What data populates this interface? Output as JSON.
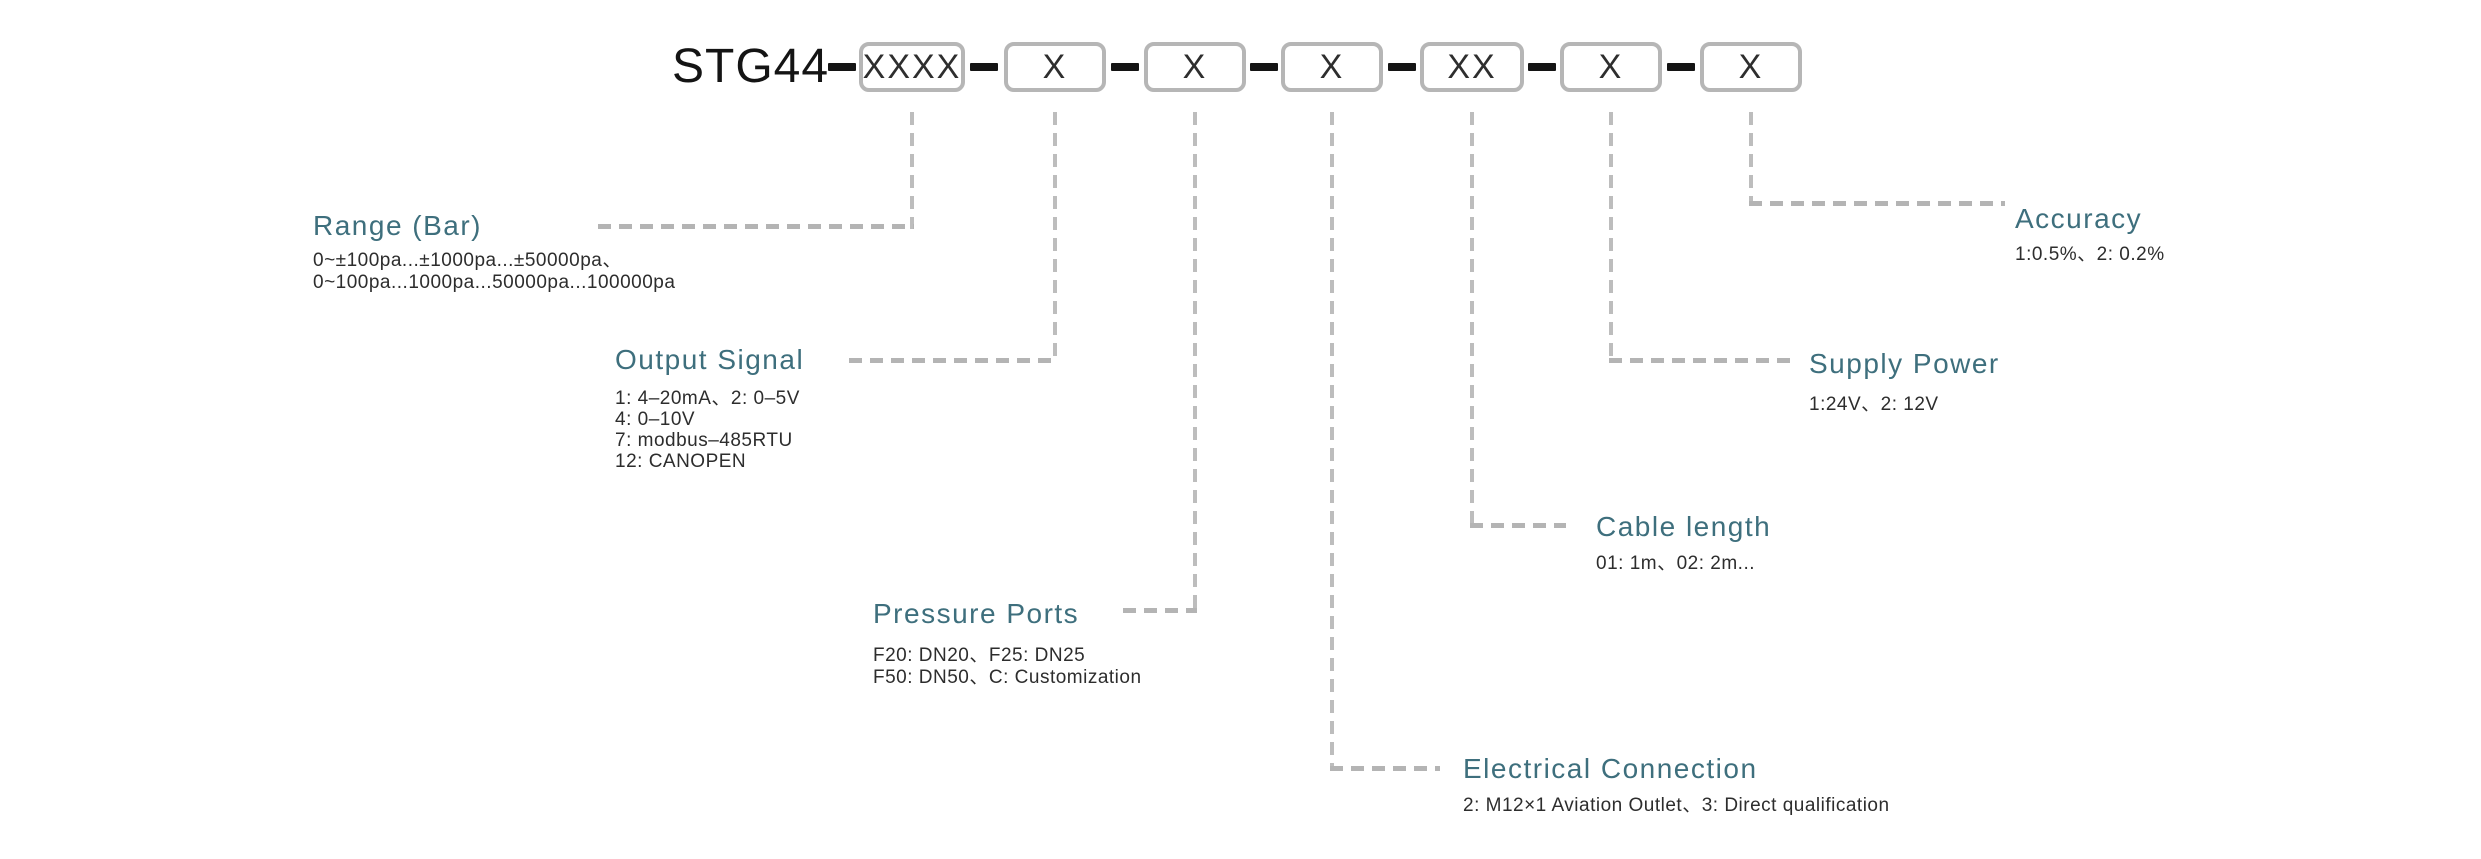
{
  "diagram": {
    "prefix": "STG44",
    "segments": [
      {
        "code": "XXXX",
        "field": "range"
      },
      {
        "code": "X",
        "field": "output-signal"
      },
      {
        "code": "X",
        "field": "pressure-ports"
      },
      {
        "code": "X",
        "field": "electrical-connection"
      },
      {
        "code": "XX",
        "field": "cable-length"
      },
      {
        "code": "X",
        "field": "supply-power"
      },
      {
        "code": "X",
        "field": "accuracy"
      }
    ]
  },
  "legend": [
    {
      "title": "Range (Bar)",
      "lines": [
        "0~±100pa...±1000pa...±50000pa、",
        "0~100pa...1000pa...50000pa...100000pa"
      ]
    },
    {
      "title": "Output Signal",
      "lines": [
        "1: 4–20mA、2: 0–5V",
        "4: 0–10V",
        "7: modbus–485RTU",
        "12: CANOPEN"
      ]
    },
    {
      "title": "Pressure Ports",
      "lines": [
        "F20: DN20、F25: DN25",
        "F50: DN50、C: Customization"
      ]
    },
    {
      "title": "Electrical Connection",
      "lines": [
        "2: M12×1 Aviation Outlet、3: Direct qualification"
      ]
    },
    {
      "title": "Cable length",
      "lines": [
        "01: 1m、02: 2m..."
      ]
    },
    {
      "title": "Supply Power",
      "lines": [
        "1:24V、2: 12V"
      ]
    },
    {
      "title": "Accuracy",
      "lines": [
        "1:0.5%、2: 0.2%"
      ]
    }
  ],
  "colors": {
    "heading": "#3e6f7d",
    "body_text": "#2d2d2d",
    "code_text": "#141414",
    "box_border": "#b6b6b6",
    "dash_line": "#bdbdbd",
    "background": "#ffffff"
  }
}
